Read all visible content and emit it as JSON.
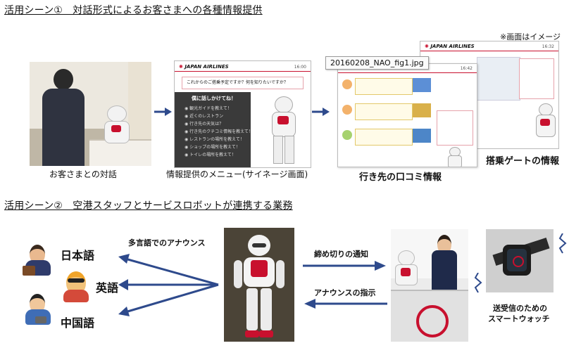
{
  "scene1": {
    "heading": "活用シーン①　対話形式によるお客さまへの各種情報提供",
    "note": "※画面はイメージ",
    "tooltip": "20160208_NAO_fig1.jpg",
    "captions": {
      "dialogue": "お客さまとの対話",
      "menu": "情報提供のメニュー(サイネージ画面)",
      "reviews": "行き先の口コミ情報",
      "gate": "搭乗ゲートの情報"
    },
    "screen": {
      "brand": "JAPAN AIRLINES",
      "time": "16:00",
      "speech": "これからのご搭乗予定ですか？何を知りたいですか？",
      "menu_title": "僕に話しかけてね！",
      "menu_items": [
        "観光ガイドを教えて！",
        "近くのレストラン",
        "行き先の天気は？",
        "行き先のクチコミ情報を教えて！",
        "レストランの場所を教えて！",
        "ショップの場所を教えて！",
        "トイレの場所を教えて！"
      ],
      "review_time": "16:42",
      "gate_time": "16:32"
    }
  },
  "scene2": {
    "heading": "活用シーン②　空港スタッフとサービスロボットが連携する業務",
    "announce": "多言語でのアナウンス",
    "languages": [
      "日本語",
      "英語",
      "中国語"
    ],
    "deadline": "締め切りの通知",
    "instruction": "アナウンスの指示",
    "watch_caption": [
      "送受信のための",
      "スマートウォッチ"
    ]
  },
  "colors": {
    "arrow": "#2e4a8c",
    "jal_red": "#c8102e",
    "panel_dark": "#3a3a3a"
  }
}
